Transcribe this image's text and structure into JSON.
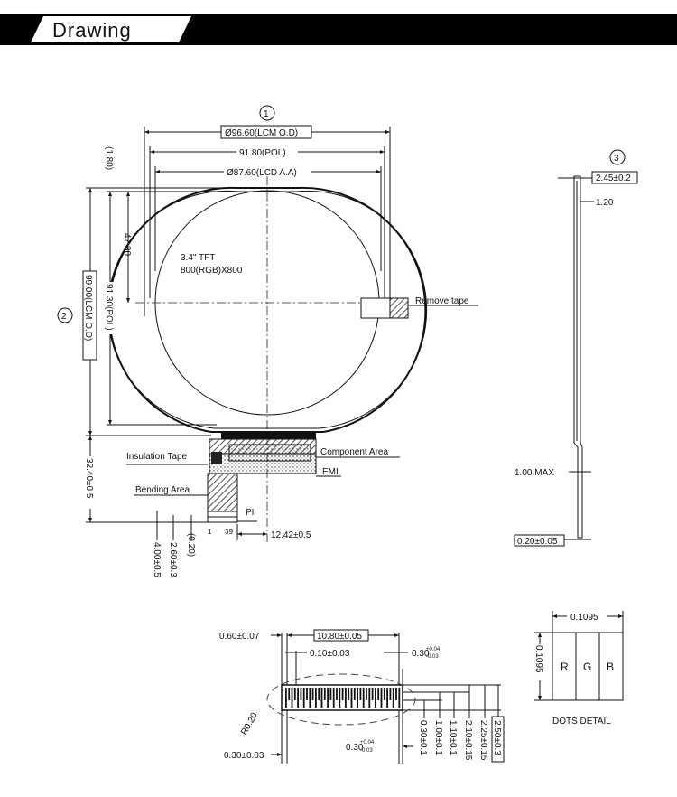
{
  "header": {
    "title": "Drawing"
  },
  "front_view": {
    "callout": "1",
    "lcm_od_width": "Ø96.60(LCM O.D)",
    "pol_width": "91.80(POL)",
    "lcd_aa": "Ø87.60(LCD A.A)",
    "top_offset": "(1.80)",
    "center_height": "47.30",
    "pol_height": "91.30(POL)",
    "lcm_od_height": "99.00(LCM O.D)",
    "height_callout": "2",
    "panel_type": "3.4\" TFT",
    "resolution": "800(RGB)X800",
    "remove_tape": "Remove tape",
    "fpc_length": "32.40±0.5",
    "insulation_tape": "Insulation Tape",
    "component_area": "Component Area",
    "emi": "EMI",
    "bending_area": "Bending Area",
    "pi": "PI",
    "pin_first": "1",
    "pin_last": "39",
    "fpc_offset": "12.42±0.5",
    "dim_4": "4.00±0.5",
    "dim_2_6": "2.60±0.3",
    "dim_0_2": "(0.20)"
  },
  "side_view": {
    "callout": "3",
    "thickness": "2.45±0.2",
    "glass": "1.20",
    "fpc_max": "1.00 MAX",
    "fpc_thickness": "0.20±0.05"
  },
  "connector_detail": {
    "left_margin": "0.60±0.07",
    "pitch_total": "10.80±0.05",
    "gap": "0.10±0.03",
    "pad_width": "0.30",
    "pad_tol_plus": "+0.04",
    "pad_tol_minus": "-0.03",
    "radius": "R0.20",
    "edge": "0.30±0.03",
    "v1": "0.30±0.1",
    "v2": "1.00±0.1",
    "v3": "1.10±0.1",
    "v4": "2.10±0.15",
    "v5": "2.25±0.15",
    "v6": "2.50±0.3"
  },
  "dots_detail": {
    "pitch_h": "0.1095",
    "pitch_v": "0.1095",
    "cells": [
      "R",
      "G",
      "B"
    ],
    "label": "DOTS DETAIL"
  }
}
